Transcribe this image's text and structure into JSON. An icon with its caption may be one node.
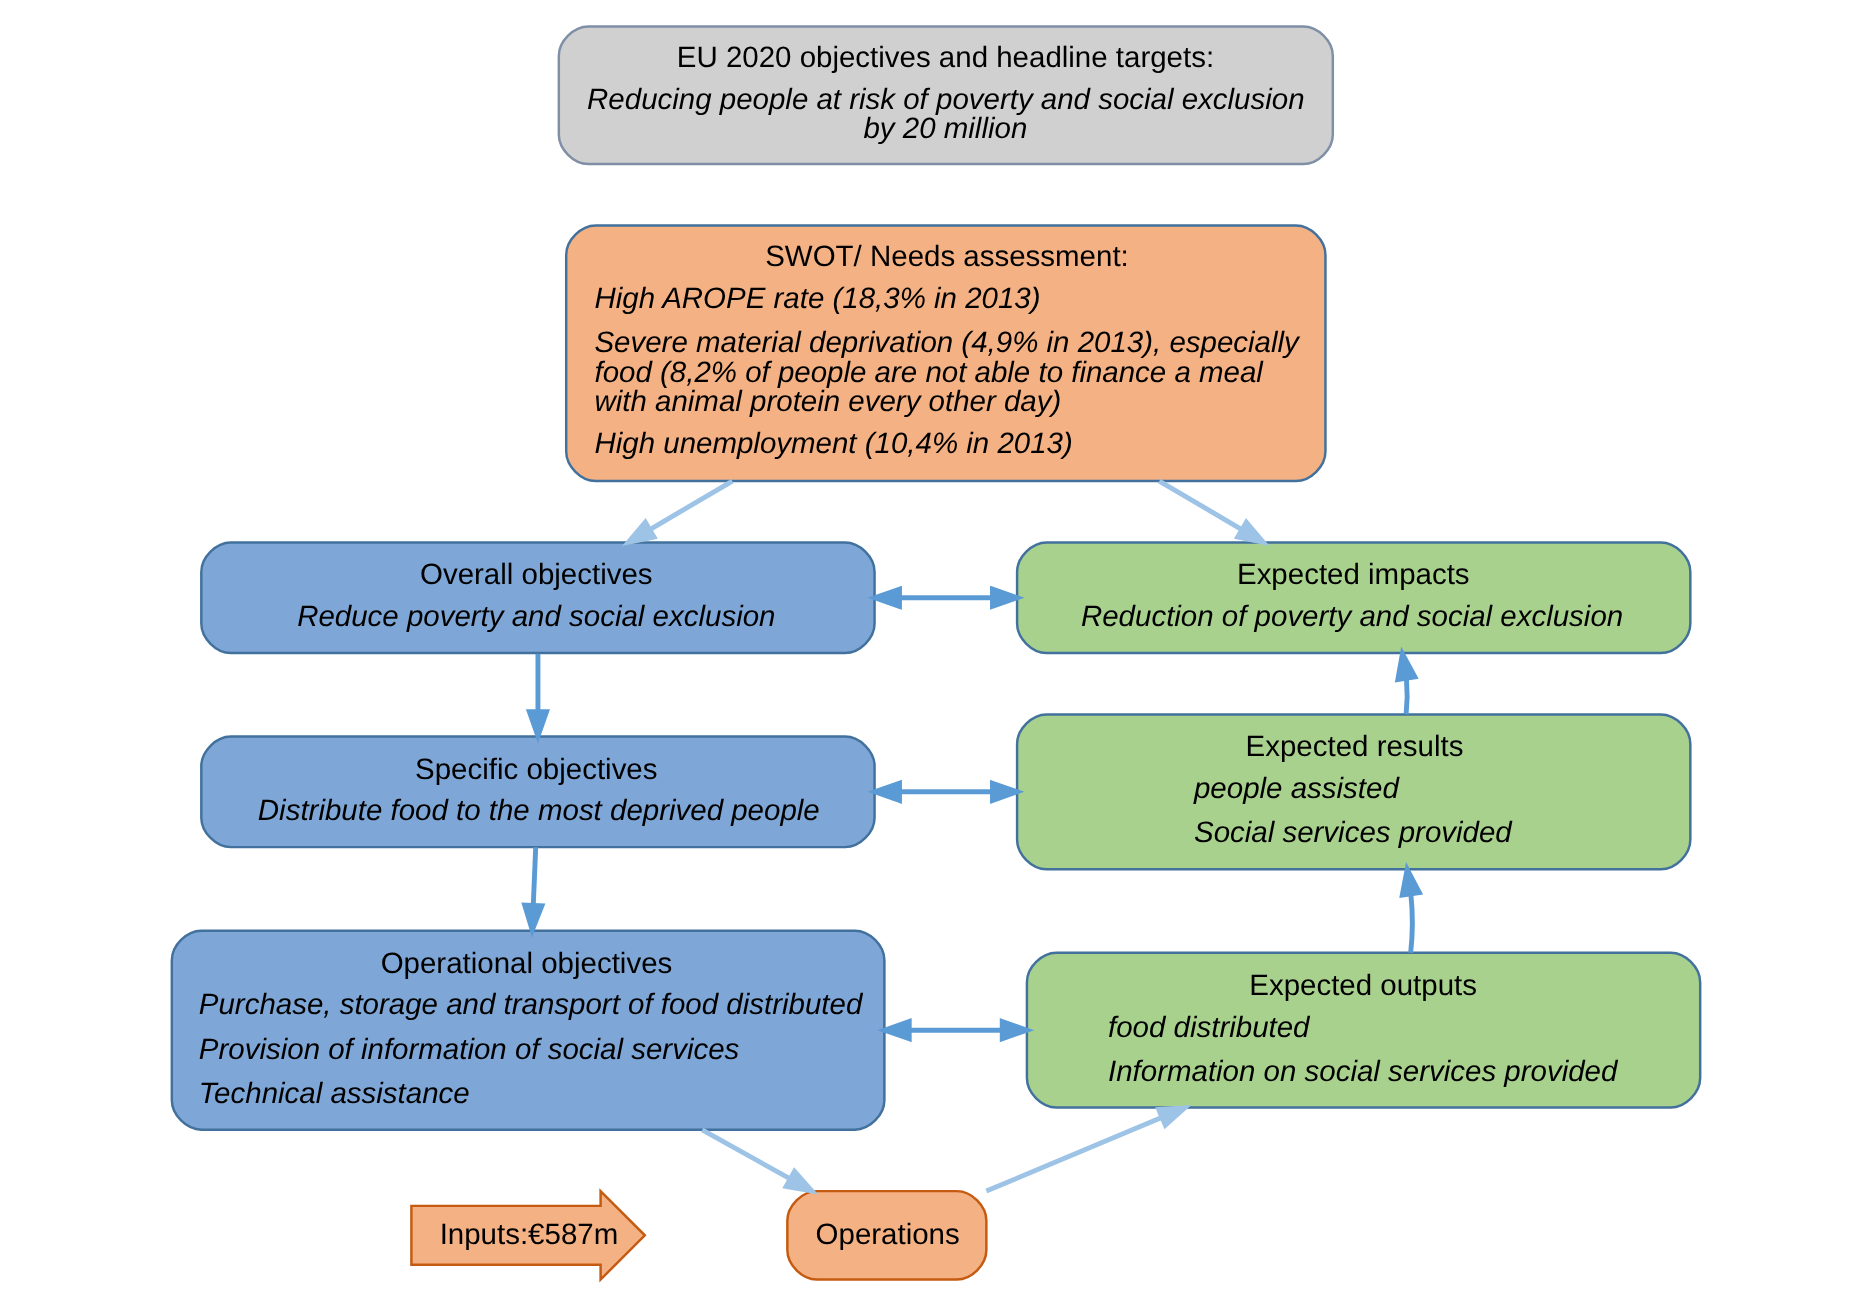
{
  "diagram": {
    "nodes": [
      {
        "text": [
          "EU 2020 objectives and headline targets:",
          "Reducing people at risk of poverty and social exclusion by 20 million"
        ]
      },
      {
        "text": [
          "SWOT/ Needs assessment:",
          "High AROPE rate (18,3% in 2013)",
          "Severe material deprivation (4,9% in 2013), especially food (8,2% of people are not able to finance a meal with animal protein every other day)",
          "High unemployment (10,4% in 2013)"
        ]
      },
      {
        "text": [
          "Overall objectives",
          "Reduce poverty and social exclusion"
        ]
      },
      {
        "text": [
          "Expected impacts",
          "Reduction of poverty and social exclusion"
        ]
      },
      {
        "text": [
          "Specific objectives",
          "Distribute food to the most deprived people"
        ]
      },
      {
        "text": [
          "Expected results",
          "people assisted",
          "Social services provided"
        ]
      },
      {
        "text": [
          "Operational objectives",
          "Purchase, storage and transport of food distributed",
          "Provision of information of social services",
          "Technical assistance"
        ]
      },
      {
        "text": [
          "Expected outputs",
          "food distributed",
          "Information on social services provided"
        ]
      },
      {
        "text": [
          "Inputs:€587m"
        ]
      },
      {
        "text": [
          "Operations"
        ]
      }
    ],
    "edges": [
      {
        "from": 1,
        "to": 2,
        "arrow": "to",
        "color": "#9dc3e6"
      },
      {
        "from": 1,
        "to": 3,
        "arrow": "to",
        "color": "#9dc3e6"
      },
      {
        "from": 2,
        "to": 3,
        "arrow": "both"
      },
      {
        "from": 2,
        "to": 4,
        "arrow": "to"
      },
      {
        "from": 4,
        "to": 5,
        "arrow": "both"
      },
      {
        "from": 4,
        "to": 6,
        "arrow": "to"
      },
      {
        "from": 6,
        "to": 7,
        "arrow": "both"
      },
      {
        "from": 7,
        "to": 5,
        "arrow": "to"
      },
      {
        "from": 5,
        "to": 3,
        "arrow": "to"
      },
      {
        "from": 6,
        "to": 9,
        "arrow": "to",
        "color": "#9dc3e6"
      },
      {
        "from": 9,
        "to": 7,
        "arrow": "to",
        "color": "#9dc3e6"
      }
    ]
  }
}
